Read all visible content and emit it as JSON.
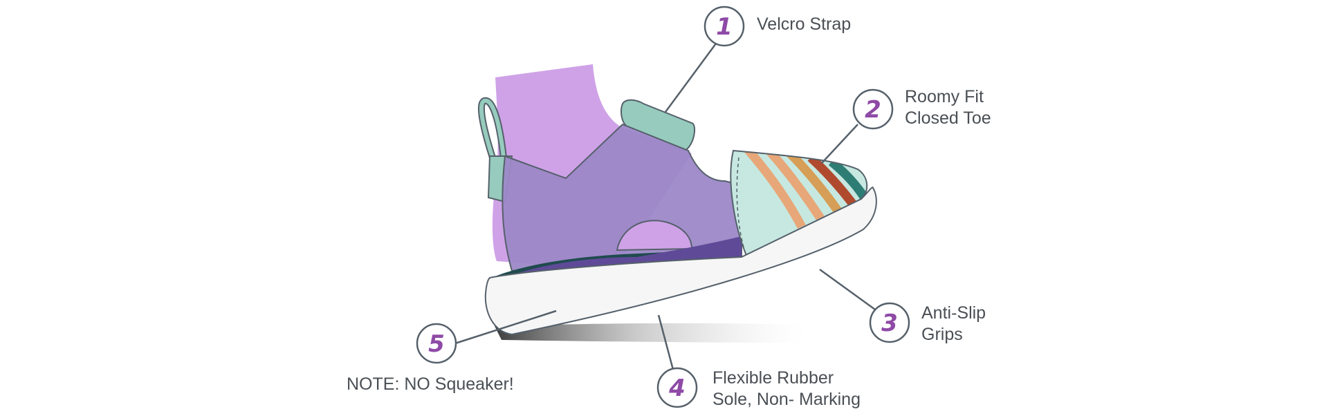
{
  "diagram": {
    "callouts": [
      {
        "number": "1",
        "lines": [
          "Velcro Strap"
        ]
      },
      {
        "number": "2",
        "lines": [
          "Roomy Fit",
          "Closed Toe"
        ]
      },
      {
        "number": "3",
        "lines": [
          "Anti-Slip",
          "Grips"
        ]
      },
      {
        "number": "4",
        "lines": [
          "Flexible Rubber",
          "Sole, Non- Marking"
        ]
      },
      {
        "number": "5",
        "lines": [
          "NOTE: NO Squeaker!"
        ]
      }
    ]
  },
  "colors": {
    "line": "#55606a",
    "number": "#8e4aa6",
    "sock": "#cfa2e8",
    "upper": "#9c88c7",
    "mint": "#96cbbd",
    "toe": "#c6e8e1",
    "insole": "#1f4b4e",
    "insole_purple": "#5f4a98",
    "sole": "#f6f6f6"
  }
}
